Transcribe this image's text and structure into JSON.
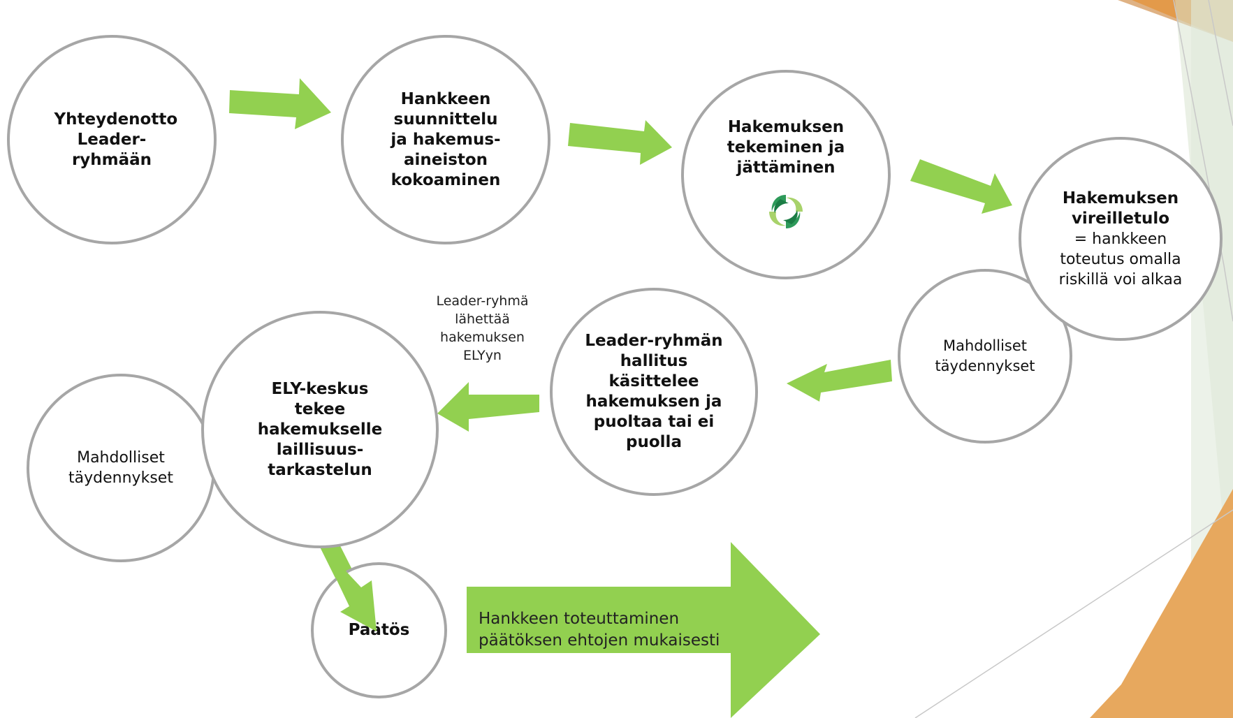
{
  "steps": {
    "contact": {
      "title": "Yhteydenotto Leader-ryhmään"
    },
    "planning": {
      "title": "Hankkeen suunnittelu ja hakemus-aineiston kokoaminen"
    },
    "application": {
      "title": "Hakemuksen tekeminen ja jättäminen",
      "logo": "hyrra-logo-icon"
    },
    "pending": {
      "title": "Hakemuksen vireilletulo",
      "text": "= hankkeen toteutus omalla riskillä voi alkaa"
    },
    "supplements_1": {
      "text": "Mahdolliset täydennykset"
    },
    "board": {
      "title": "Leader-ryhmän hallitus käsittelee hakemuksen ja puoltaa tai ei puolla"
    },
    "ely": {
      "title": "ELY-keskus tekee hakemukselle laillisuus-tarkastelun"
    },
    "supplements_2": {
      "text": "Mahdolliset täydennykset"
    },
    "decision": {
      "title": "Päätös"
    }
  },
  "send_label": "Leader-ryhmä lähettää hakemuksen ELYyn",
  "implementation_text": "Hankkeen toteuttaminen päätöksen ehtojen mukaisesti",
  "colors": {
    "arrow": "#92d050",
    "circle_border": "#a6a6a6",
    "accent_orange": "#e8a04d",
    "accent_green_pale": "#dfe9d6"
  }
}
